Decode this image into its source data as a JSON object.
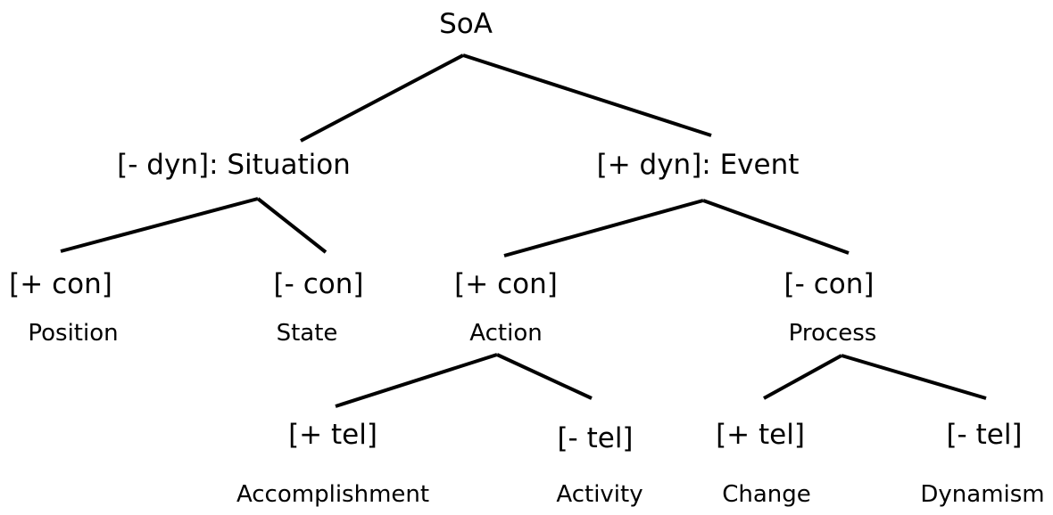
{
  "diagram": {
    "root": {
      "label": "SoA"
    },
    "situation": {
      "label": "[- dyn]: Situation",
      "plus_con": {
        "feature": "[+ con]",
        "name": "Position"
      },
      "minus_con": {
        "feature": "[- con]",
        "name": "State"
      }
    },
    "event": {
      "label": "[+ dyn]: Event",
      "action": {
        "feature": "[+ con]",
        "name": "Action",
        "plus_tel": {
          "feature": "[+ tel]",
          "name": "Accomplishment"
        },
        "minus_tel": {
          "feature": "[- tel]",
          "name": "Activity"
        }
      },
      "process": {
        "feature": "[- con]",
        "name": "Process",
        "plus_tel": {
          "feature": "[+ tel]",
          "name": "Change"
        },
        "minus_tel": {
          "feature": "[- tel]",
          "name": "Dynamism"
        }
      }
    }
  },
  "colors": {
    "line": "#000000",
    "text": "#000000",
    "background": "#ffffff"
  }
}
